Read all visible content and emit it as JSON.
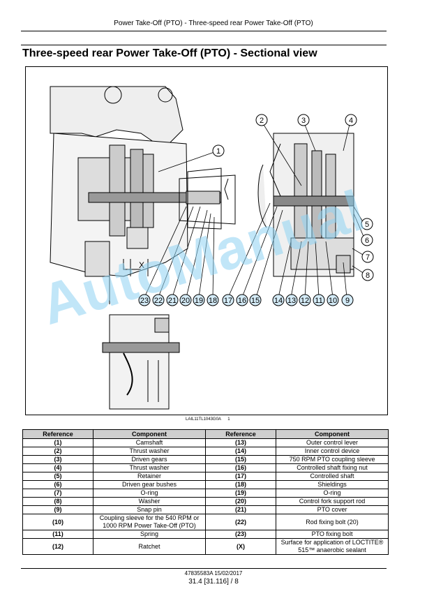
{
  "header": {
    "running_title": "Power Take-Off (PTO) - Three-speed rear Power Take-Off (PTO)"
  },
  "section": {
    "title": "Three-speed rear Power Take-Off (PTO) - Sectional view"
  },
  "figure": {
    "caption_code": "LAIL11TL1043G0A",
    "caption_number": "1",
    "callouts_bottom_left": [
      "23",
      "22",
      "21",
      "20",
      "19",
      "18",
      "17",
      "16",
      "15"
    ],
    "callouts_bottom_right": [
      "14",
      "13",
      "12",
      "11",
      "10",
      "9"
    ],
    "callouts_right": [
      "5",
      "6",
      "7",
      "8"
    ],
    "callouts_top": [
      "2",
      "3",
      "4"
    ],
    "callout_1": "1",
    "label_x": "X"
  },
  "watermark": "AutoManual",
  "table": {
    "headers": [
      "Reference",
      "Component",
      "Reference",
      "Component"
    ],
    "rows": [
      [
        "(1)",
        "Camshaft",
        "(13)",
        "Outer control lever"
      ],
      [
        "(2)",
        "Thrust washer",
        "(14)",
        "Inner control device"
      ],
      [
        "(3)",
        "Driven gears",
        "(15)",
        "750 RPM PTO coupling sleeve"
      ],
      [
        "(4)",
        "Thrust washer",
        "(16)",
        "Controlled shaft fixing nut"
      ],
      [
        "(5)",
        "Retainer",
        "(17)",
        "Controlled shaft"
      ],
      [
        "(6)",
        "Driven gear bushes",
        "(18)",
        "Shieldings"
      ],
      [
        "(7)",
        "O-ring",
        "(19)",
        "O-ring"
      ],
      [
        "(8)",
        "Washer",
        "(20)",
        "Control fork support rod"
      ],
      [
        "(9)",
        "Snap pin",
        "(21)",
        "PTO cover"
      ],
      [
        "(10)",
        "Coupling sleeve for the 540 RPM or 1000 RPM Power Take-Off (PTO)",
        "(22)",
        "Rod fixing bolt (20)"
      ],
      [
        "(11)",
        "Spring",
        "(23)",
        "PTO fixing bolt"
      ],
      [
        "(12)",
        "Ratchet",
        "(X)",
        "Surface for application of LOCTITE® 515™ anaerobic sealant"
      ]
    ]
  },
  "footer": {
    "doc_code": "47835583A 15/02/2017",
    "page": "31.4 [31.116] / 8"
  }
}
